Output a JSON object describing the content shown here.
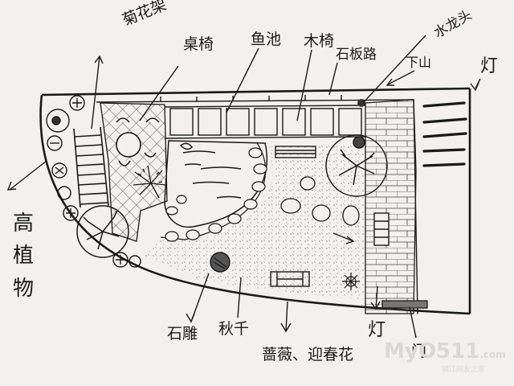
{
  "labels": {
    "chrysanthemum_rack": "菊花架",
    "table_chairs": "桌椅",
    "fish_pond": "鱼池",
    "wood_chair": "木椅",
    "stone_path": "石板路",
    "faucet": "水龙头",
    "steps_down": "下山",
    "lamp_right": "灯",
    "tall_plants": "高植物",
    "stone_sculpture": "石雕",
    "swing": "秋千",
    "roses_flowers": "蔷薇、迎春花",
    "lamp_bottom": "灯",
    "gate": "门"
  },
  "watermark": {
    "brand": "MyO511",
    "domain": ".com",
    "subtitle": "镇江网友之家"
  },
  "colors": {
    "ink": "#1a1a1a",
    "paper": "#f2f1ef",
    "watermark": "#d9d9d9"
  }
}
